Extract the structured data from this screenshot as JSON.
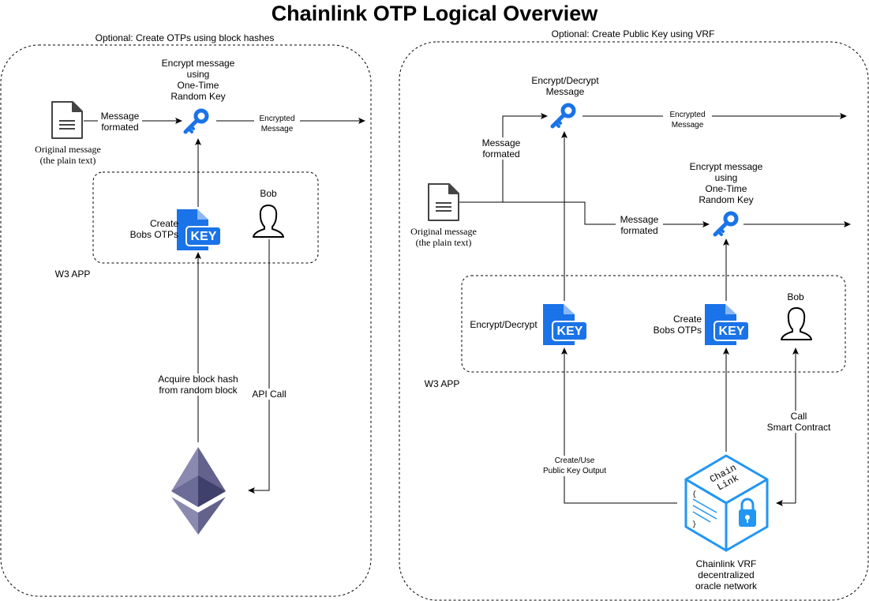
{
  "title": "Chainlink OTP Logical Overview",
  "left_panel": {
    "caption": "Optional: Create OTPs using block hashes",
    "original_message": "Original message\n(the plain text)",
    "message_formated": "Message\nformated",
    "encrypt_label": "Encrypt message\nusing\nOne-Time\nRandom Key",
    "encrypted_message": "Encrypted\nMessage",
    "create_otps": "Create\nBobs OTPs",
    "key_text": "KEY",
    "bob": "Bob",
    "w3_app": "W3 APP",
    "acquire_block_hash": "Acquire block hash\nfrom random block",
    "api_call": "API Call"
  },
  "right_panel": {
    "caption": "Optional: Create Public Key using VRF",
    "encrypt_decrypt_message": "Encrypt/Decrypt\nMessage",
    "encrypted_message": "Encrypted\nMessage",
    "message_formated_upper": "Message\nformated",
    "original_message": "Original message\n(the plain text)",
    "encrypt_label": "Encrypt message\nusing\nOne-Time\nRandom Key",
    "message_formated_lower": "Message\nformated",
    "encrypt_decrypt": "Encrypt/Decrypt",
    "create_otps": "Create\nBobs OTPs",
    "key_text": "KEY",
    "bob": "Bob",
    "w3_app": "W3 APP",
    "create_use_public_key": "Create/Use\nPublic Key Output",
    "call_smart_contract": "Call\nSmart Contract",
    "chainlink_vrf": "Chainlink VRF\ndecentralized\noracle network",
    "chainlink_logo_text": "Chain\nLink"
  },
  "colors": {
    "key_blue": "#1A73E8",
    "eth_dark": "#3C3C6E",
    "eth_light": "#8C8CB4",
    "chainlink_blue": "#2196F3"
  }
}
